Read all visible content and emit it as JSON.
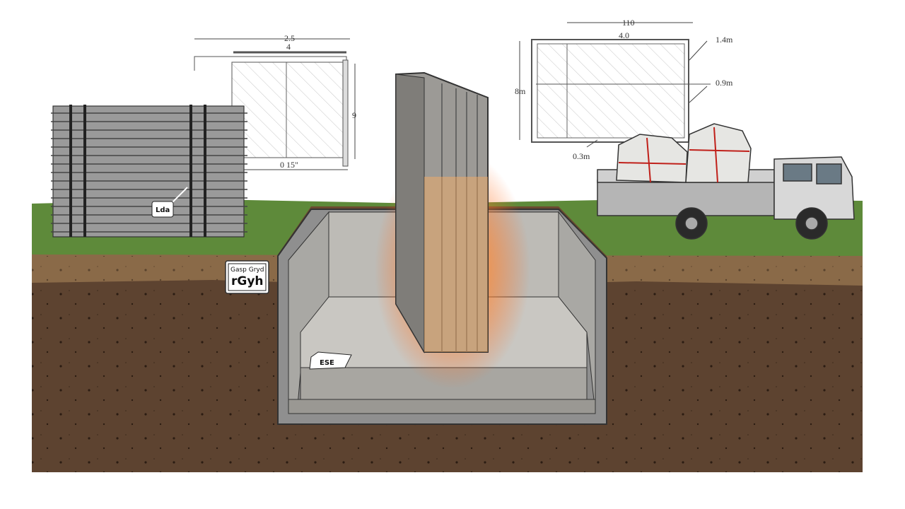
{
  "drawing_left": {
    "top_dimension": "2.5",
    "top_sub": "4",
    "side_dimension": "9",
    "bottom_dimension": "0 15\""
  },
  "drawing_right": {
    "top_dimension": "110",
    "inner_dimension": "4.0",
    "right_top_callout": "1.4m",
    "right_mid_callout": "0.9m",
    "bottom_callout": "0.3m",
    "left_dimension": "8m"
  },
  "rebar_tag": "Lda",
  "soil_sign": {
    "small_text": "Gasp  Gryd",
    "big_text": "rGyh"
  },
  "footing_tag": "ESE",
  "colors": {
    "grass": "#5e8a3a",
    "topsoil": "#8a6a48",
    "subsoil": "#5d4330",
    "concrete": "#b9b7b2",
    "glow": "#ff7a2a"
  }
}
